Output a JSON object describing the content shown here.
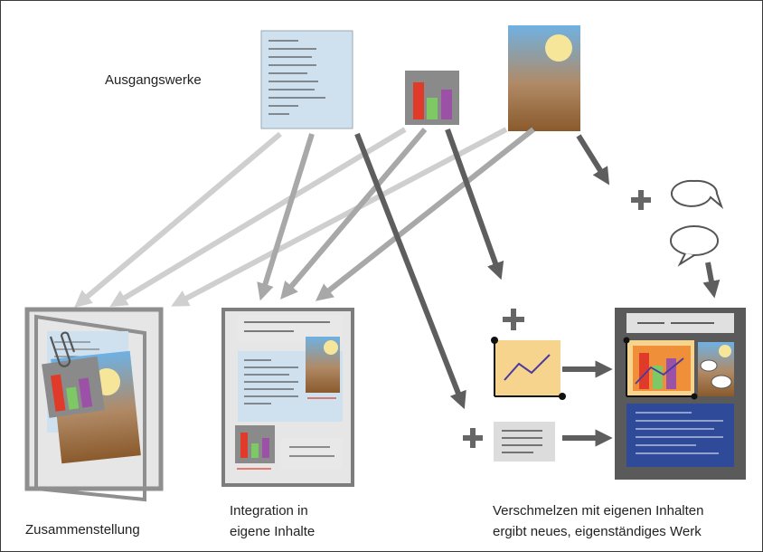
{
  "labels": {
    "source": "Ausgangswerke",
    "compilation": "Zusammenstellung",
    "integration_line1": "Integration in",
    "integration_line2": "eigene Inhalte",
    "merge_line1": "Verschmelzen mit eigenen Inhalten",
    "merge_line2": "ergibt neues, eigenständiges Werk"
  },
  "colors": {
    "text_doc": "#cfe0ee",
    "chart_bg": "#8a8a8a",
    "bar_red": "#e03a2a",
    "bar_green": "#7ec865",
    "bar_purple": "#9b52a6",
    "photo_sky": "#6fb1e2",
    "photo_ground": "#8a5a2c",
    "sun": "#f6e69a",
    "arrow_light": "#cfcfcf",
    "arrow_medium": "#a8a8a8",
    "arrow_dark": "#5e5e5e",
    "frame_gray": "#8f8f8f",
    "new_work_dark": "#5a5a5a",
    "text_block_blue": "#2f4a98",
    "line_chart_bg": "#f6d48e",
    "line_chart_line": "#4a3aa0"
  },
  "icons": {
    "plus": "plus-icon",
    "speech_bubble": "speech-bubble-icon",
    "paperclip": "paperclip-icon"
  }
}
